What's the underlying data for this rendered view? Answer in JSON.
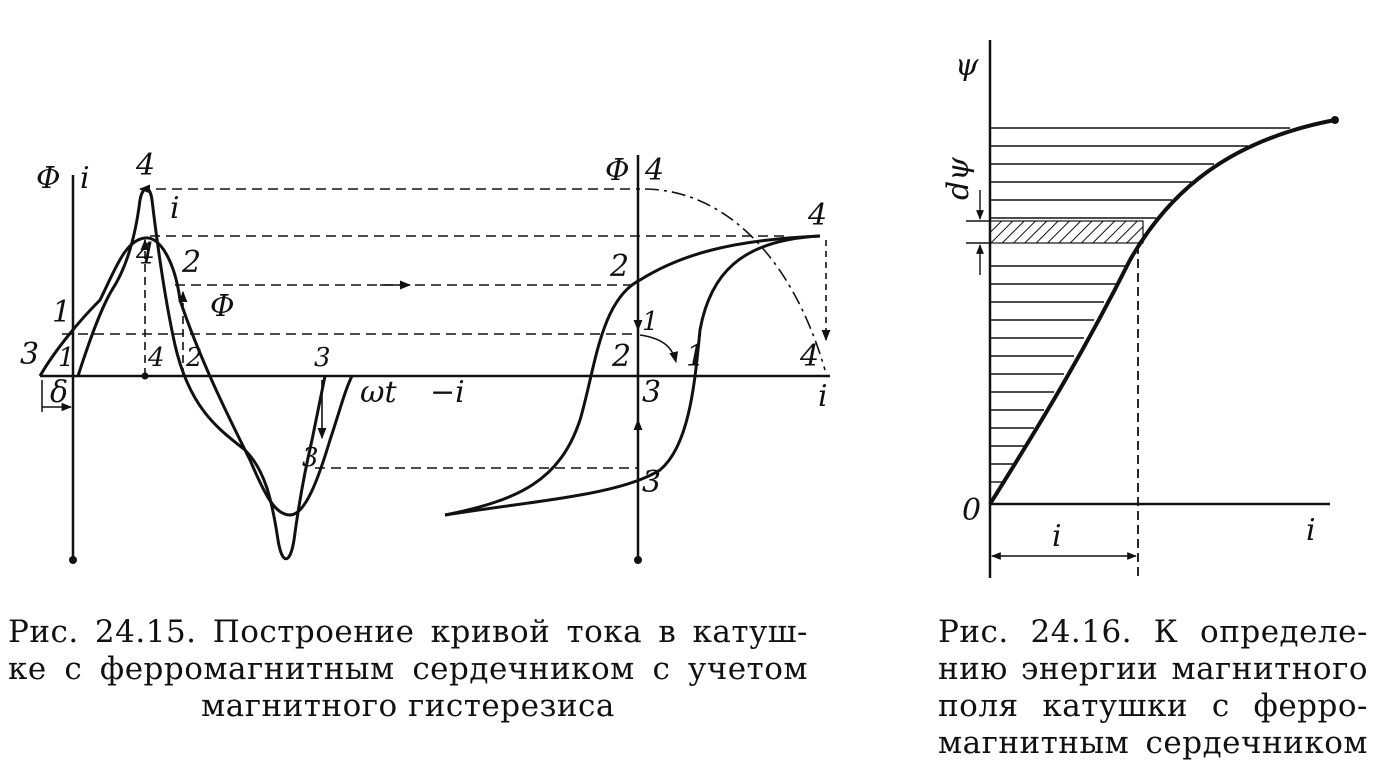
{
  "figure_1": {
    "axis_labels": {
      "phi": "Φ",
      "i": "i",
      "omega_t": "ωt",
      "phi_dot": "Φ",
      "neg_i": "−i",
      "i_right": "i"
    },
    "curve_labels": {
      "i_curve": "i",
      "phi_curve": "Φ",
      "delta": "δ"
    },
    "point_labels": {
      "p4_top": "4",
      "p4_mid": "4",
      "p2_mid": "2",
      "p1_left": "1",
      "p3_left": "3",
      "p1_axis": "1",
      "p4_axis": "4",
      "p2_axis": "2",
      "p3_axis": "3",
      "p3_low": "3",
      "h4_top": "4",
      "h4_right": "4",
      "h2": "2",
      "h1_left": "1",
      "h2_axis": "2",
      "h1_axis": "1",
      "h4_axis": "4",
      "h3_axis": "3",
      "h3_low": "3"
    },
    "caption_lines": [
      "Рис. 24.15. Построение кривой тока в катуш-",
      "ке с ферромагнитным сердечником с учетом",
      "магнитного гистерезиса"
    ]
  },
  "figure_2": {
    "axis_labels": {
      "psi": "ψ",
      "i": "i",
      "origin": "0",
      "d_psi": "dψ",
      "i_dim": "i"
    },
    "caption_lines": [
      "Рис. 24.16. К определе-",
      "нию энергии магнитного",
      "поля катушки с ферро-",
      "магнитным сердечником"
    ]
  }
}
